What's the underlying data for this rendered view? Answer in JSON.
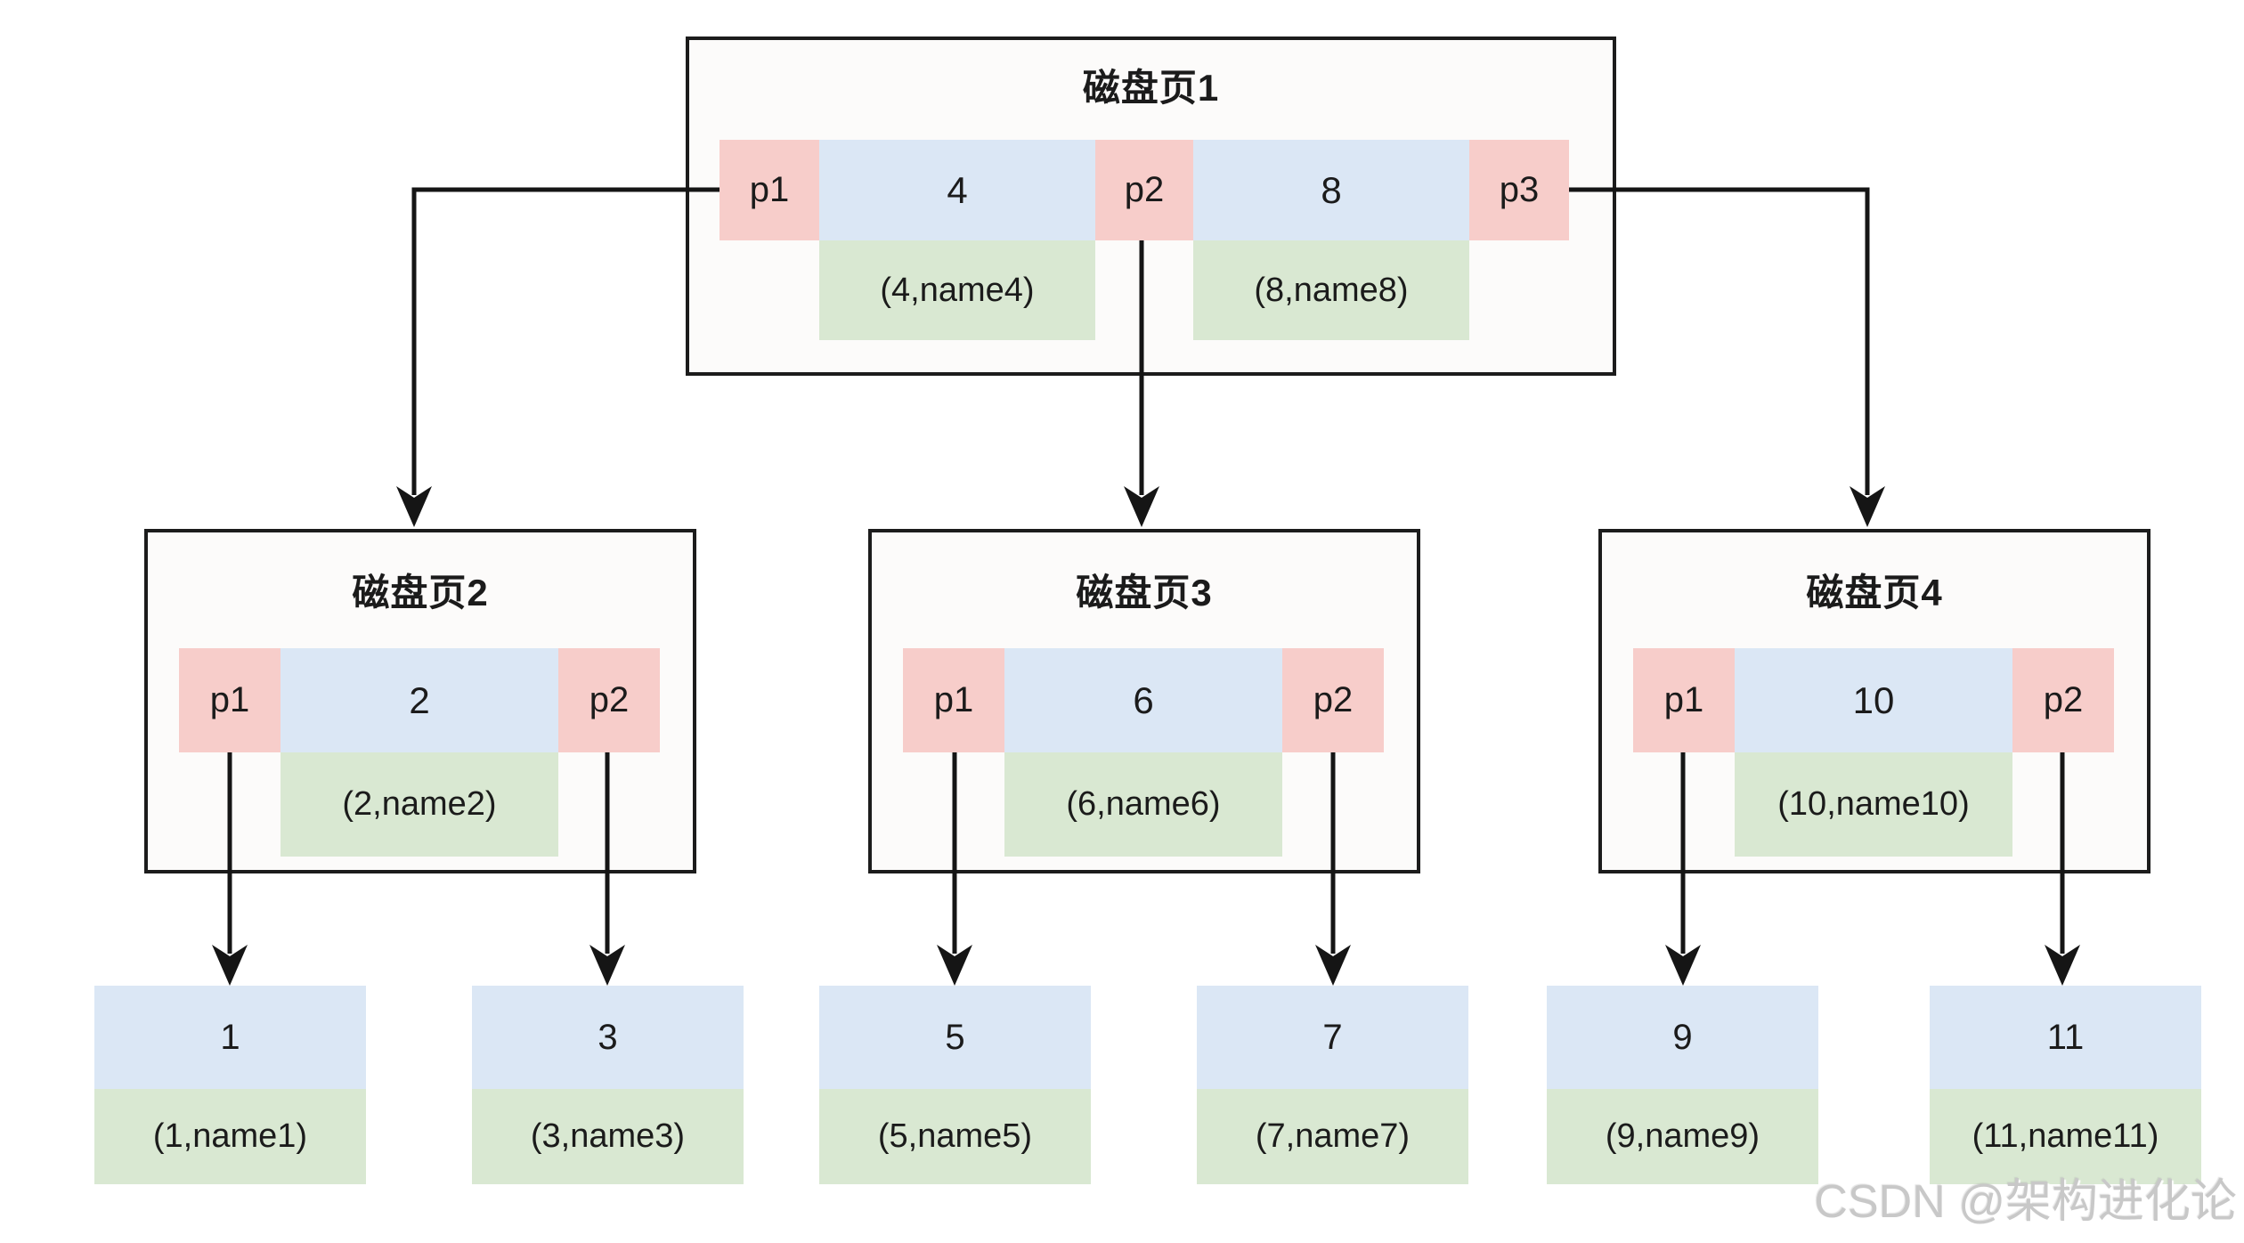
{
  "diagram": {
    "type": "bplus-tree-disk-pages",
    "watermark": "CSDN @架构进化论"
  },
  "colors": {
    "pointer-bg": "#f7cdca",
    "key-bg": "#dbe7f5",
    "record-bg": "#d9e8d2",
    "line": "#151515",
    "page-border": "#1c1c1c",
    "page-bg": "#fcfbfa",
    "text": "#1b1b1b",
    "watermark": "#c8c8c8",
    "canvas-bg": "#ffffff"
  },
  "pages": [
    {
      "title": "磁盘页1",
      "pointers": [
        "p1",
        "p2",
        "p3"
      ],
      "keys": [
        "4",
        "8"
      ],
      "records": [
        "(4,name4)",
        "(8,name8)"
      ]
    },
    {
      "title": "磁盘页2",
      "pointers": [
        "p1",
        "p2"
      ],
      "keys": [
        "2"
      ],
      "records": [
        "(2,name2)"
      ]
    },
    {
      "title": "磁盘页3",
      "pointers": [
        "p1",
        "p2"
      ],
      "keys": [
        "6"
      ],
      "records": [
        "(6,name6)"
      ]
    },
    {
      "title": "磁盘页4",
      "pointers": [
        "p1",
        "p2"
      ],
      "keys": [
        "10"
      ],
      "records": [
        "(10,name10)"
      ]
    }
  ],
  "leaves": [
    {
      "key": "1",
      "record": "(1,name1)"
    },
    {
      "key": "3",
      "record": "(3,name3)"
    },
    {
      "key": "5",
      "record": "(5,name5)"
    },
    {
      "key": "7",
      "record": "(7,name7)"
    },
    {
      "key": "9",
      "record": "(9,name9)"
    },
    {
      "key": "11",
      "record": "(11,name11)"
    }
  ]
}
